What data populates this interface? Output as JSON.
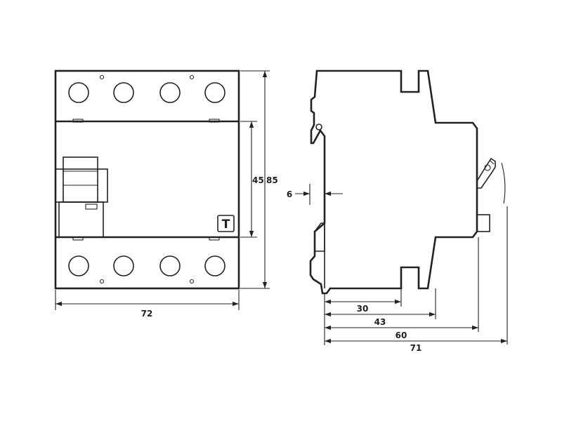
{
  "colors": {
    "line": "#222222",
    "background": "#ffffff"
  },
  "front_view": {
    "width_dim": "72",
    "height_dim_inner": "45",
    "height_dim_outer": "85",
    "test_button_symbol": "T"
  },
  "side_view": {
    "rail_offset_dim": "6",
    "depth_dims": [
      "30",
      "43",
      "60",
      "71"
    ]
  }
}
